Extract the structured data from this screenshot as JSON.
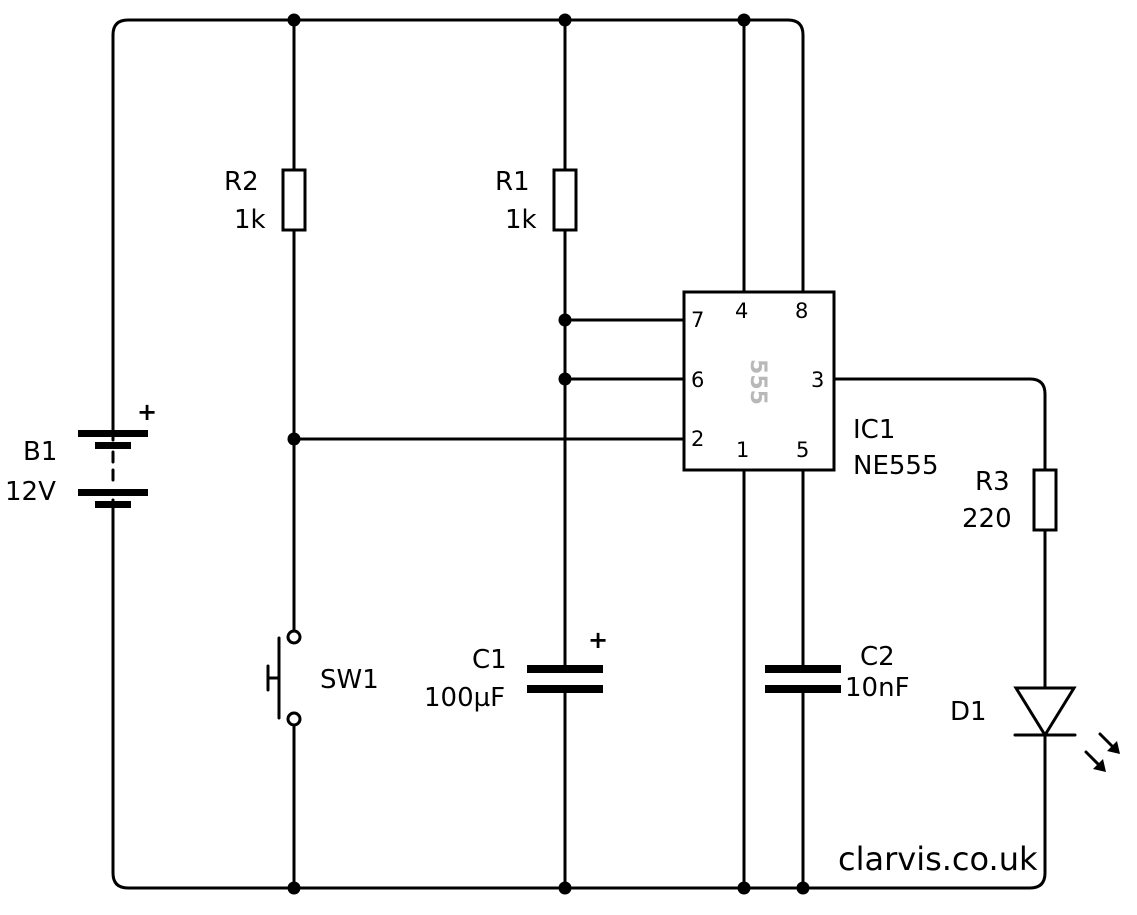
{
  "components": {
    "battery": {
      "ref": "B1",
      "value": "12V",
      "polarity": "+"
    },
    "r1": {
      "ref": "R1",
      "value": "1k"
    },
    "r2": {
      "ref": "R2",
      "value": "1k"
    },
    "r3": {
      "ref": "R3",
      "value": "220"
    },
    "c1": {
      "ref": "C1",
      "value": "100µF",
      "polarity": "+"
    },
    "c2": {
      "ref": "C2",
      "value": "10nF"
    },
    "sw1": {
      "ref": "SW1"
    },
    "d1": {
      "ref": "D1"
    },
    "ic1": {
      "ref": "IC1",
      "part": "NE555",
      "body_text": "555",
      "pins": {
        "p1": "1",
        "p2": "2",
        "p3": "3",
        "p4": "4",
        "p5": "5",
        "p6": "6",
        "p7": "7",
        "p8": "8"
      }
    }
  },
  "watermark": "clarvis.co.uk"
}
